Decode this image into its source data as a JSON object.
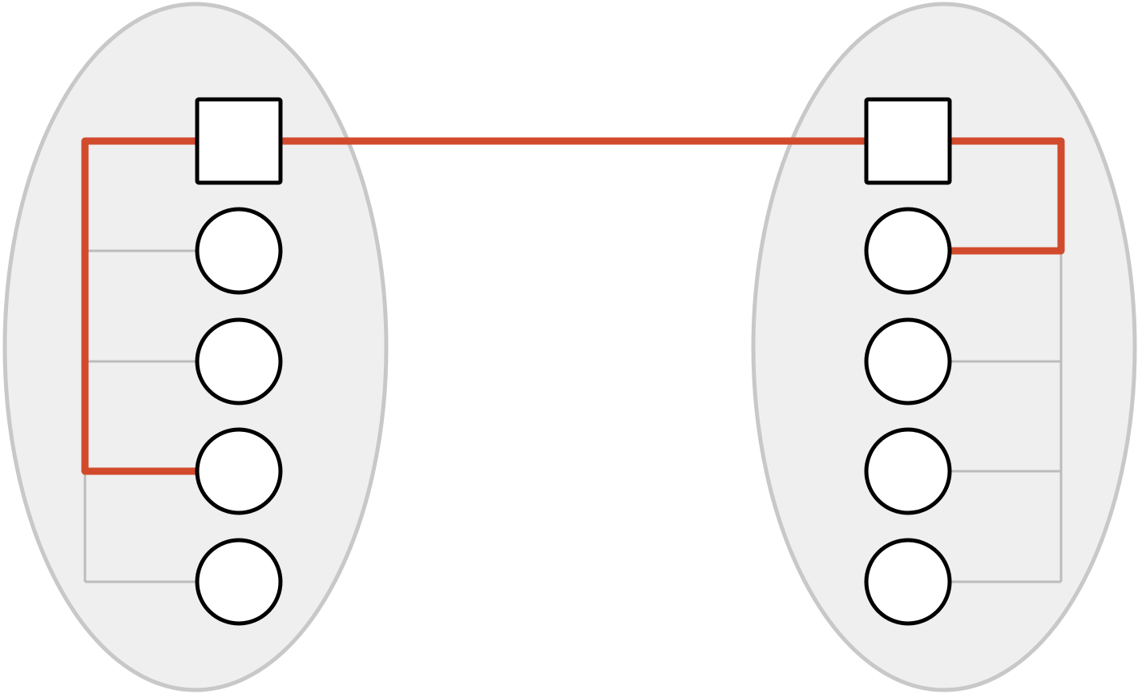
{
  "colors": {
    "background": "#ffffff",
    "cluster_fill": "#efefef",
    "cluster_stroke": "#c8c8c8",
    "node_fill": "#ffffff",
    "node_stroke": "#000000",
    "highlight_edge": "#d24a2c",
    "plain_edge": "#bcbcbc"
  },
  "clusters": [
    {
      "id": "left",
      "hub": {
        "shape": "square",
        "icon": "square-node-icon"
      },
      "members": [
        {
          "shape": "circle",
          "highlighted": false
        },
        {
          "shape": "circle",
          "highlighted": false
        },
        {
          "shape": "circle",
          "highlighted": true
        },
        {
          "shape": "circle",
          "highlighted": false
        }
      ]
    },
    {
      "id": "right",
      "hub": {
        "shape": "square",
        "icon": "square-node-icon"
      },
      "members": [
        {
          "shape": "circle",
          "highlighted": true
        },
        {
          "shape": "circle",
          "highlighted": false
        },
        {
          "shape": "circle",
          "highlighted": false
        },
        {
          "shape": "circle",
          "highlighted": false
        }
      ]
    }
  ],
  "inter_cluster_link": {
    "from": "left",
    "to": "right",
    "highlighted": true
  }
}
